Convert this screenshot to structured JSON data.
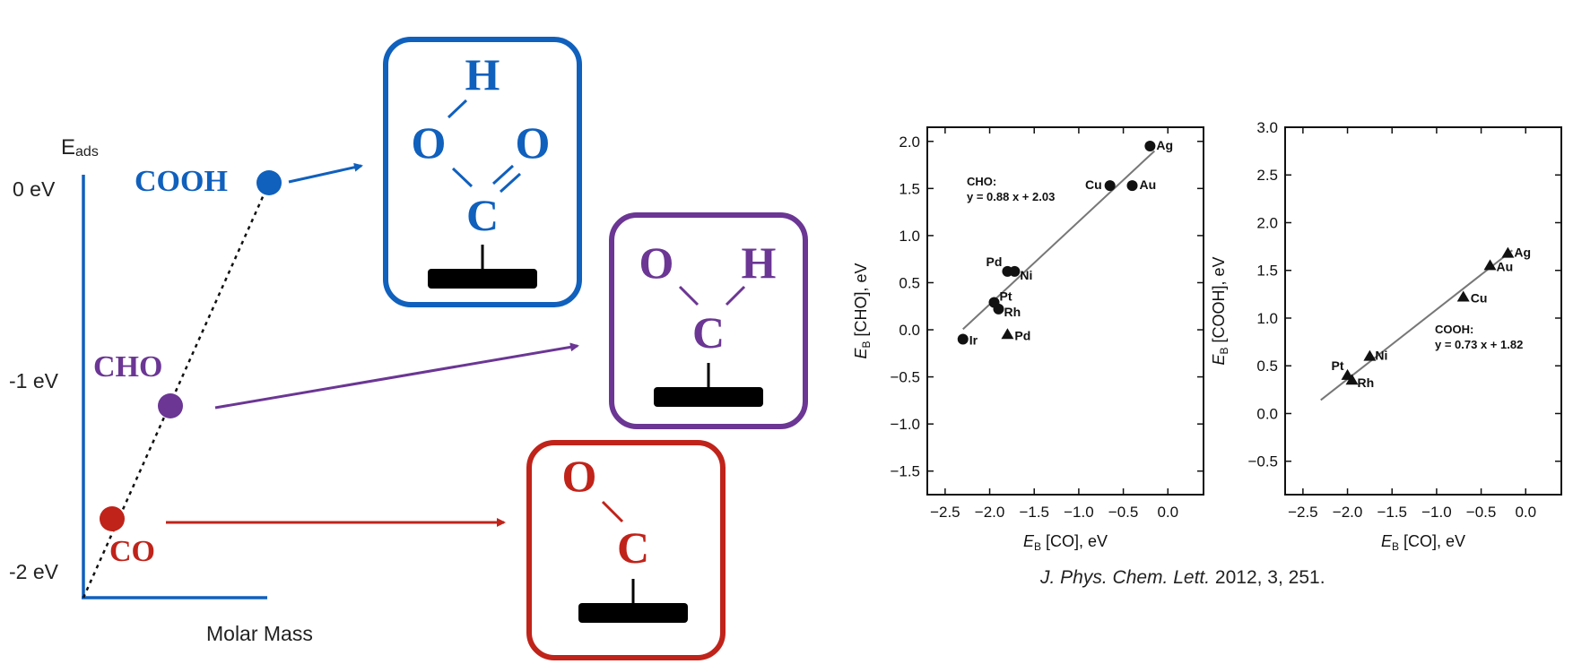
{
  "diagram": {
    "y_axis_label": {
      "main": "E",
      "sub": "ads"
    },
    "x_axis_label": "Molar Mass",
    "ticks": [
      "0 eV",
      "-1 eV",
      "-2 eV"
    ],
    "species": [
      {
        "name": "COOH",
        "color": "#1060bd"
      },
      {
        "name": "CHO",
        "color": "#6b3694"
      },
      {
        "name": "CO",
        "color": "#c0231a"
      }
    ],
    "structures": {
      "cooh": {
        "atoms": [
          "H",
          "O",
          "O",
          "C"
        ],
        "color": "#1060bd"
      },
      "cho": {
        "atoms": [
          "O",
          "H",
          "C"
        ],
        "color": "#6b3694"
      },
      "co": {
        "atoms": [
          "O",
          "C"
        ],
        "color": "#c0231a"
      }
    }
  },
  "chart_data": [
    {
      "type": "scatter",
      "xlabel": "E_B [CO], eV",
      "ylabel": "E_B [CHO], eV",
      "xlim": [
        -2.7,
        0.4
      ],
      "ylim": [
        -1.75,
        2.15
      ],
      "xticks": [
        "-2.5",
        "-2.0",
        "-1.5",
        "-1.0",
        "-0.5",
        "0.0"
      ],
      "yticks": [
        "-1.5",
        "-1.0",
        "-0.5",
        "0.0",
        "0.5",
        "1.0",
        "1.5",
        "2.0"
      ],
      "fit_label": [
        "CHO:",
        "y = 0.88 x + 2.03"
      ],
      "fit": {
        "slope": 0.88,
        "intercept": 2.03,
        "x_range": [
          -2.3,
          -0.15
        ]
      },
      "points": [
        {
          "label": "Ag",
          "x": -0.2,
          "y": 1.95,
          "marker": "circle"
        },
        {
          "label": "Cu",
          "x": -0.65,
          "y": 1.53,
          "marker": "circle"
        },
        {
          "label": "Au",
          "x": -0.4,
          "y": 1.53,
          "marker": "circle"
        },
        {
          "label": "Pd",
          "x": -1.8,
          "y": 0.62,
          "marker": "circle"
        },
        {
          "label": "Ni",
          "x": -1.72,
          "y": 0.62,
          "marker": "circle"
        },
        {
          "label": "Pt",
          "x": -1.95,
          "y": 0.29,
          "marker": "circle"
        },
        {
          "label": "Rh",
          "x": -1.9,
          "y": 0.22,
          "marker": "circle"
        },
        {
          "label": "Ir",
          "x": -2.3,
          "y": -0.1,
          "marker": "circle"
        },
        {
          "label": "Pd",
          "x": -1.8,
          "y": -0.05,
          "marker": "triangle"
        }
      ]
    },
    {
      "type": "scatter",
      "xlabel": "E_B [CO], eV",
      "ylabel": "E_B [COOH], eV",
      "xlim": [
        -2.7,
        0.4
      ],
      "ylim": [
        -0.85,
        3.0
      ],
      "xticks": [
        "-2.5",
        "-2.0",
        "-1.5",
        "-1.0",
        "-0.5",
        "0.0"
      ],
      "yticks": [
        "-0.5",
        "0.0",
        "0.5",
        "1.0",
        "1.5",
        "2.0",
        "2.5",
        "3.0"
      ],
      "fit_label": [
        "COOH:",
        "y = 0.73 x + 1.82"
      ],
      "fit": {
        "slope": 0.73,
        "intercept": 1.82,
        "x_range": [
          -2.3,
          -0.15
        ]
      },
      "points": [
        {
          "label": "Ag",
          "x": -0.2,
          "y": 1.68,
          "marker": "triangle"
        },
        {
          "label": "Au",
          "x": -0.4,
          "y": 1.55,
          "marker": "triangle"
        },
        {
          "label": "Cu",
          "x": -0.7,
          "y": 1.22,
          "marker": "triangle"
        },
        {
          "label": "Ni",
          "x": -1.75,
          "y": 0.6,
          "marker": "triangle"
        },
        {
          "label": "Pt",
          "x": -2.0,
          "y": 0.4,
          "marker": "triangle"
        },
        {
          "label": "Rh",
          "x": -1.95,
          "y": 0.35,
          "marker": "triangle"
        }
      ]
    }
  ],
  "citation": {
    "journal": "J. Phys. Chem. Lett.",
    "details": "2012, 3, 251."
  }
}
